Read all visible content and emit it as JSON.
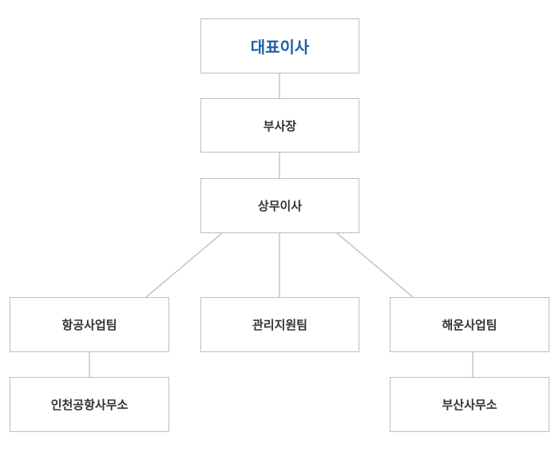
{
  "org_chart": {
    "ceo": "대표이사",
    "vice_president": "부사장",
    "managing_director": "상무이사",
    "departments": {
      "air_business": "항공사업팀",
      "management_support": "관리지원팀",
      "shipping_business": "해운사업팀"
    },
    "offices": {
      "incheon_airport": "인천공항사무소",
      "busan": "부산사무소"
    }
  },
  "colors": {
    "accent_text": "#1f5fa8",
    "box_border": "#bdbdbd",
    "connector": "#c4c4c4",
    "body_text": "#333333"
  }
}
